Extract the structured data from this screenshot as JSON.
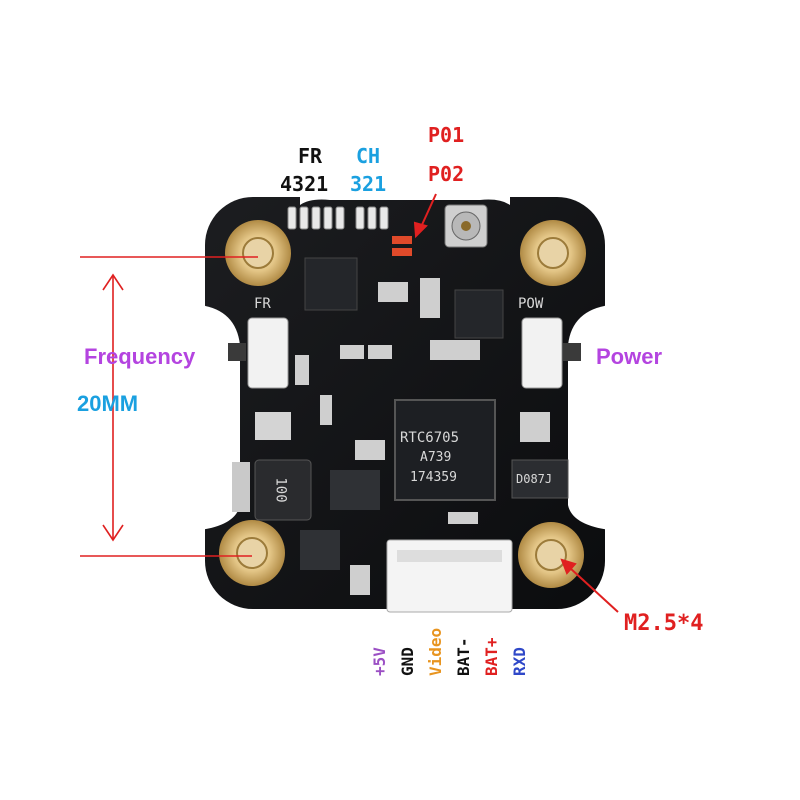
{
  "labels": {
    "fr_title": "FR",
    "fr_code": "4321",
    "ch_title": "CH",
    "ch_code": "321",
    "p01": "P01",
    "p02": "P02",
    "frequency": "Frequency",
    "power": "Power",
    "dimension": "20MM",
    "mount": "M2.5*4"
  },
  "board_silkscreen": {
    "fr": "FR",
    "pow": "POW",
    "chip_line1": "RTC6705",
    "chip_line2": "A739",
    "chip_line3": "174359",
    "inductor": "100",
    "diode": "D087J"
  },
  "pins": [
    {
      "label": "+5V",
      "color": "#9b4fc4"
    },
    {
      "label": "GND",
      "color": "#111111"
    },
    {
      "label": "Video",
      "color": "#e8941f"
    },
    {
      "label": "BAT-",
      "color": "#111111"
    },
    {
      "label": "BAT+",
      "color": "#e02020"
    },
    {
      "label": "RXD",
      "color": "#2f48c8"
    }
  ],
  "colors": {
    "fr_code_blue": "#1aa0e0",
    "pin_red": "#e02020",
    "label_purple": "#b444e0",
    "dimension_blue": "#1aa0e0",
    "dimension_line": "#e02020",
    "board": "#111214",
    "mount_ring": "#c9a25a"
  }
}
